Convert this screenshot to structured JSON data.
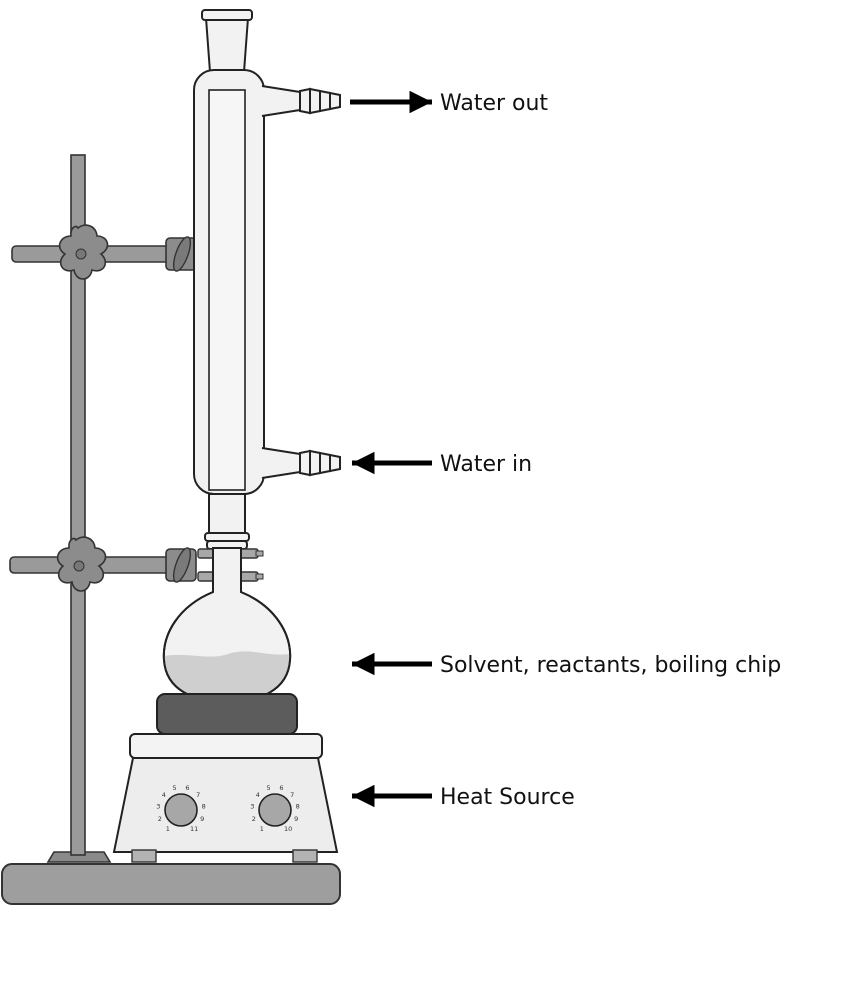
{
  "labels": {
    "water_out": "Water out",
    "water_in": "Water in",
    "flask_contents": "Solvent, reactants, boiling chip",
    "heat_source": "Heat Source"
  },
  "dials": {
    "left": [
      "1",
      "2",
      "3",
      "4",
      "5",
      "6",
      "7",
      "8",
      "9",
      "11"
    ],
    "right": [
      "1",
      "2",
      "3",
      "4",
      "5",
      "6",
      "7",
      "8",
      "9",
      "10"
    ]
  },
  "colors": {
    "glass": "#f2f2f2",
    "metal": "#9a9a9a",
    "liquid": "#cfcfcf",
    "hot_plate_top": "#5c5c5c",
    "arrow": "#000000"
  }
}
